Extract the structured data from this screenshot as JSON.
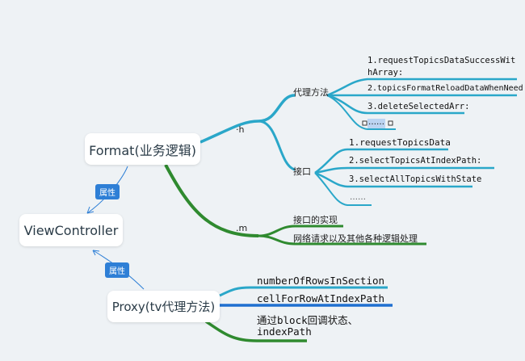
{
  "nodes": {
    "format": "Format(业务逻辑)",
    "view_controller": "ViewController",
    "proxy": "Proxy(tv代理方法)"
  },
  "badges": {
    "top": "属性",
    "bottom": "属性"
  },
  "format_branches": {
    "h": "·h",
    "m": ".m",
    "delegate_methods": "代理方法",
    "interface": "接口"
  },
  "delegate_items": [
    "1.requestTopicsDataSuccessWit",
    "hArray:",
    "2.topicsFormatReloadDataWhenNeed",
    "3.deleteSelectedArr:",
    "……"
  ],
  "interface_items": [
    "1.requestTopicsData",
    "2.selectTopicsAtIndexPath:",
    "3.selectAllTopicsWithState",
    "……"
  ],
  "m_items": [
    "接口的实现",
    "网络请求以及其他各种逻辑处理"
  ],
  "proxy_items": [
    "numberOfRowsInSection",
    "cellForRowAtIndexPath",
    "通过block回调状态、",
    "indexPath"
  ],
  "colors": {
    "teal": "#2aa7c9",
    "green": "#2f8a2f",
    "blue": "#1f6fd0",
    "badge": "#2e7fd6"
  }
}
